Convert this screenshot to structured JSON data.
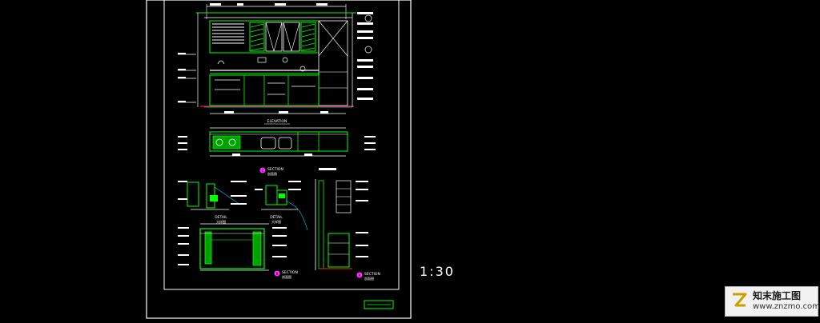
{
  "drawing": {
    "elevation_title": "ELEVATION",
    "section_1_title": "SECTION",
    "section_1_sub": "剖面图",
    "section_1_marker": "C",
    "detail_1_title": "DETAIL",
    "detail_1_sub": "大样图",
    "detail_2_title": "DETAIL",
    "detail_2_sub": "大样图",
    "section_2_title": "SECTION",
    "section_2_sub": "剖面图",
    "section_2_marker": "B",
    "section_3_title": "SECTION",
    "section_3_sub": "剖面图",
    "section_3_marker": "A"
  },
  "scale_label": "1:30",
  "watermark": {
    "title": "知末施工图",
    "url": "www.znzmo.com",
    "logo_icon": "znzmo-logo-icon"
  },
  "colors": {
    "background": "#000000",
    "frame": "#ffffff",
    "line_green": "#00ff00",
    "line_white": "#ffffff",
    "line_red": "#ff2020",
    "line_cyan": "#00c8ff",
    "line_magenta": "#ff33ff"
  }
}
